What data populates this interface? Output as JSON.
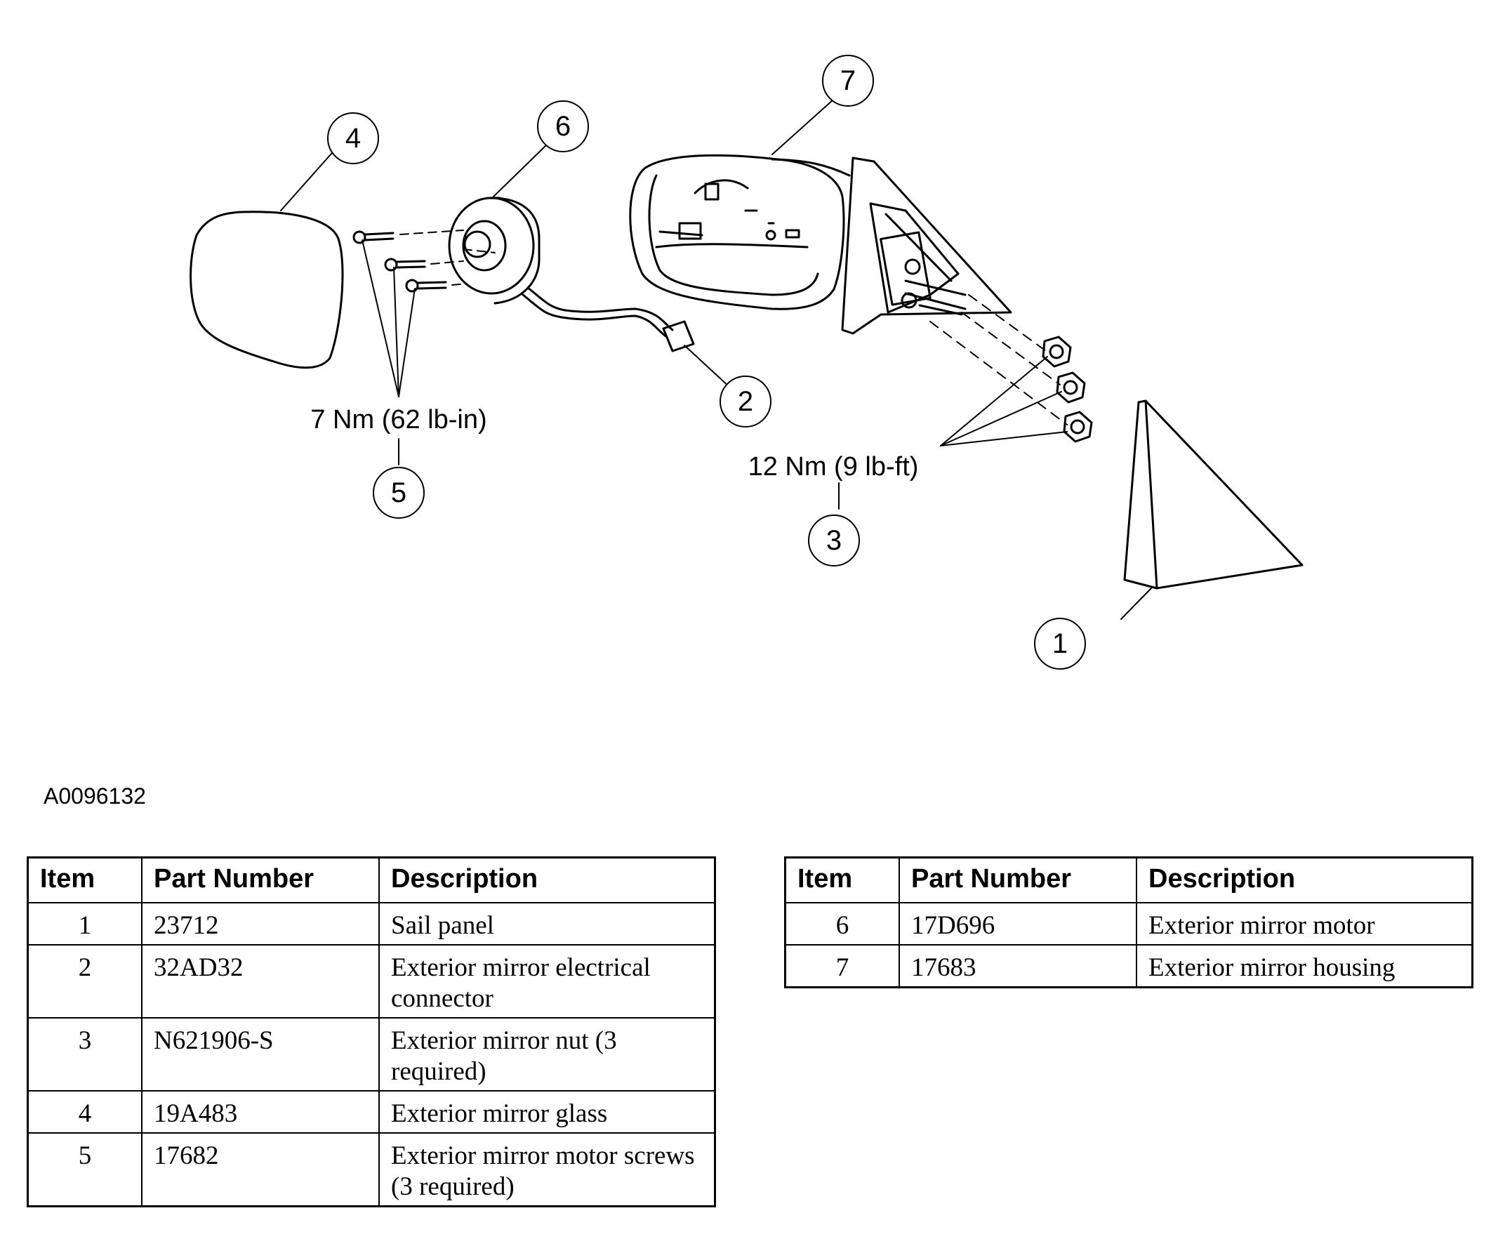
{
  "figure": {
    "id": "A0096132",
    "torque_labels": {
      "screws": "7 Nm (62 lb-in)",
      "nuts": "12 Nm (9 lb-ft)"
    },
    "callouts": [
      "1",
      "2",
      "3",
      "4",
      "5",
      "6",
      "7"
    ]
  },
  "tables": {
    "headers": {
      "item": "Item",
      "part_number": "Part Number",
      "description": "Description"
    },
    "left_rows": [
      {
        "item": "1",
        "part_number": "23712",
        "description": "Sail panel"
      },
      {
        "item": "2",
        "part_number": "32AD32",
        "description": "Exterior mirror electrical connector"
      },
      {
        "item": "3",
        "part_number": "N621906-S",
        "description": "Exterior mirror nut (3 required)"
      },
      {
        "item": "4",
        "part_number": "19A483",
        "description": "Exterior mirror glass"
      },
      {
        "item": "5",
        "part_number": "17682",
        "description": "Exterior mirror motor screws (3 required)"
      }
    ],
    "right_rows": [
      {
        "item": "6",
        "part_number": "17D696",
        "description": "Exterior mirror motor"
      },
      {
        "item": "7",
        "part_number": "17683",
        "description": "Exterior mirror housing"
      }
    ]
  }
}
